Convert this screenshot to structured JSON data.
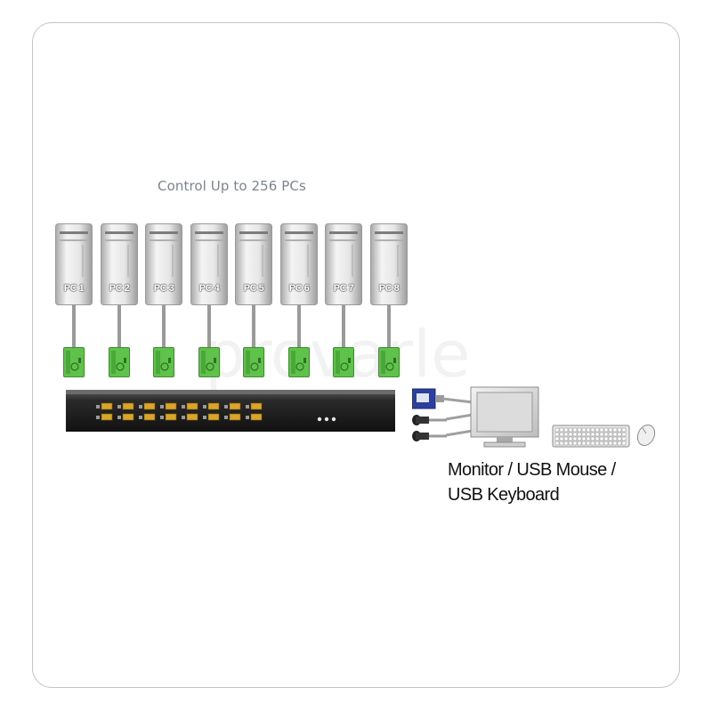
{
  "diagram": {
    "title": "Control Up to 256 PCs",
    "pcs": [
      "PC 1",
      "PC 2",
      "PC 3",
      "PC 4",
      "PC 5",
      "PC 6",
      "PC 7",
      "PC 8"
    ],
    "console_caption_line1": "Monitor / USB Mouse /",
    "console_caption_line2": "USB Keyboard",
    "watermark": "provarle"
  },
  "colors": {
    "frame_border": "#c4c4c4",
    "title_text": "#7a8590",
    "adapter_green": "#5fc24a",
    "switch_body": "#1e1e1e",
    "switch_port": "#d9a62a",
    "vga_blue": "#2a3f9e"
  },
  "icons": {
    "pc": "tower-pc-icon",
    "adapter": "kvm-adapter-icon",
    "switch": "kvm-switch-icon",
    "monitor": "monitor-icon",
    "keyboard": "keyboard-icon",
    "mouse": "mouse-icon",
    "vga": "vga-connector-icon",
    "usb": "usb-connector-icon"
  }
}
